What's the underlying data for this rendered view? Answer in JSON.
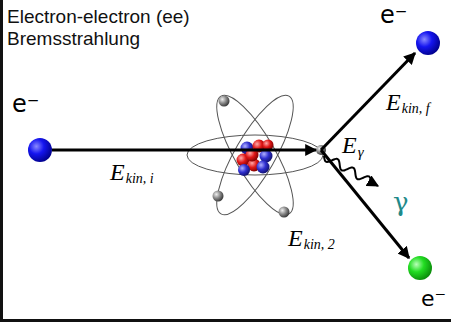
{
  "diagram": {
    "title": "Electron-electron (ee) Bremsstrahlung",
    "labels": [
      "e⁻",
      "E",
      "kin, i",
      "e⁻",
      "E",
      "kin, f",
      "E",
      "γ",
      "γ",
      "E",
      "kin, 2",
      "e⁻"
    ]
  }
}
